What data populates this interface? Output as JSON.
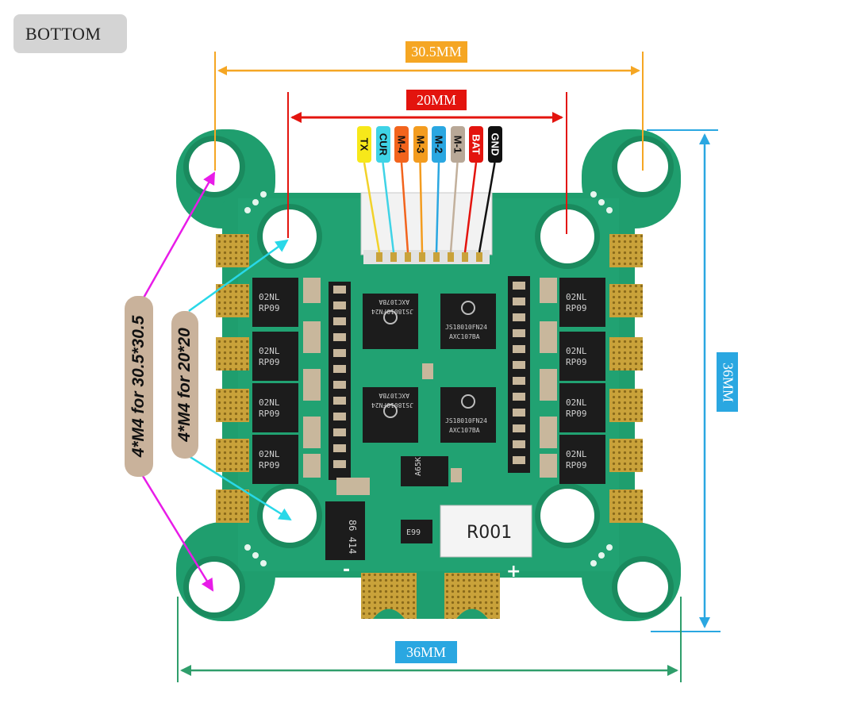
{
  "view_label": "BOTTOM",
  "dimensions": {
    "outer_mount": "30.5MM",
    "inner_mount": "20MM",
    "board_width": "36MM",
    "board_height": "36MM"
  },
  "hole_labels": {
    "outer": "4*M4 for 30.5*30.5",
    "inner": "4*M4 for 20*20"
  },
  "pins": [
    {
      "label": "TX",
      "bg": "#f7e81a",
      "fg": "#111111",
      "wire": "#f2d22a"
    },
    {
      "label": "CUR",
      "bg": "#3fd3e6",
      "fg": "#111111",
      "wire": "#3fd3e6"
    },
    {
      "label": "M-4",
      "bg": "#f2641d",
      "fg": "#111111",
      "wire": "#f2641d"
    },
    {
      "label": "M-3",
      "bg": "#f39c1f",
      "fg": "#111111",
      "wire": "#f39c1f"
    },
    {
      "label": "M-2",
      "bg": "#2aa7e1",
      "fg": "#111111",
      "wire": "#2aa7e1"
    },
    {
      "label": "M-1",
      "bg": "#b8a897",
      "fg": "#111111",
      "wire": "#c2b09c"
    },
    {
      "label": "BAT",
      "bg": "#e3140e",
      "fg": "#ffffff",
      "wire": "#e3140e"
    },
    {
      "label": "GND",
      "bg": "#111111",
      "fg": "#ffffff",
      "wire": "#111111"
    }
  ],
  "chips": {
    "controller_top": "JS18010FN24 AXC107BA",
    "controller_bottom": "JS18010FN24 AXC107BA",
    "mosfet": "02NL RP09",
    "shunt": "R001",
    "regulator_a": "A65K",
    "regulator_b": "E99",
    "sensor": "86 414"
  },
  "polarity": {
    "plus": "+",
    "minus": "-"
  },
  "colors": {
    "pcb": "#1f9e6e",
    "pad_ring": "#1c8c63",
    "gold": "#c9a23a",
    "chip": "#1c1c1c",
    "orange_dim": "#f5a623",
    "red_dim": "#e3140e",
    "blue_dim": "#2aa7e1",
    "green_dim": "#2f9e6b",
    "magenta": "#e81ce8",
    "cyan": "#29d8e8"
  }
}
